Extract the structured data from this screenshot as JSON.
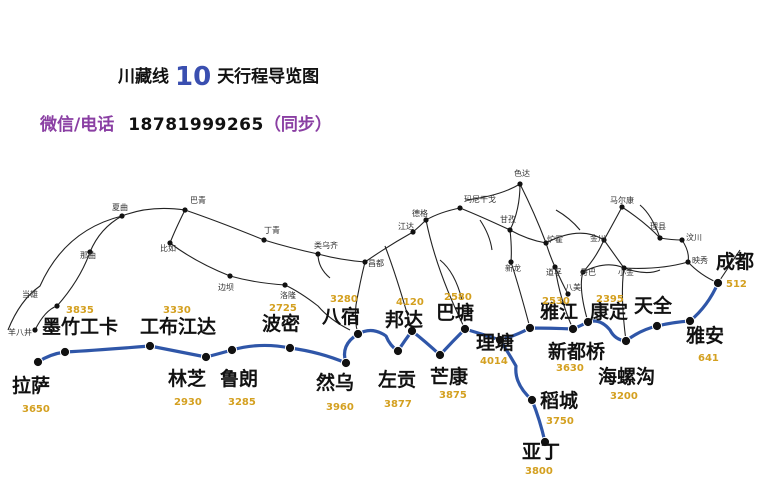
{
  "header": {
    "title_prefix": "川藏线",
    "title_number": "10",
    "title_suffix": "天行程导览图",
    "contact_label": "微信/电话",
    "contact_phone": "18781999265",
    "contact_note": "（同步）"
  },
  "colors": {
    "route": "#2f56a8",
    "road": "#222222",
    "altitude": "#d4a020",
    "title_accent": "#3a4fb0",
    "contact_accent": "#8a3fa3"
  },
  "major_stops": [
    {
      "name": "拉萨",
      "altitude": "3650"
    },
    {
      "name": "墨竹工卡",
      "altitude": "3835"
    },
    {
      "name": "工布江达",
      "altitude": "3330"
    },
    {
      "name": "林芝",
      "altitude": "2930"
    },
    {
      "name": "鲁朗",
      "altitude": "3285"
    },
    {
      "name": "波密",
      "altitude": "2725"
    },
    {
      "name": "然乌",
      "altitude": "3960"
    },
    {
      "name": "八宿",
      "altitude": "3280"
    },
    {
      "name": "左贡",
      "altitude": "3877"
    },
    {
      "name": "邦达",
      "altitude": "4120"
    },
    {
      "name": "芒康",
      "altitude": "3875"
    },
    {
      "name": "巴塘",
      "altitude": "2580"
    },
    {
      "name": "理塘",
      "altitude": "4014"
    },
    {
      "name": "稻城",
      "altitude": "3750"
    },
    {
      "name": "亚丁",
      "altitude": "3800"
    },
    {
      "name": "雅江",
      "altitude": "2530"
    },
    {
      "name": "新都桥",
      "altitude": "3630"
    },
    {
      "name": "康定",
      "altitude": "2395"
    },
    {
      "name": "海螺沟",
      "altitude": "3200"
    },
    {
      "name": "天全",
      "altitude": ""
    },
    {
      "name": "雅安",
      "altitude": "641"
    },
    {
      "name": "成都",
      "altitude": "512"
    }
  ],
  "minor_places": [
    "当雄",
    "羊八井",
    "那曲",
    "夏曲",
    "巴青",
    "丁青",
    "比如",
    "边坝",
    "洛隆",
    "类乌齐",
    "昌都",
    "江达",
    "德格",
    "玛尼干戈",
    "甘孜",
    "色达",
    "炉霍",
    "道孚",
    "新龙",
    "八美",
    "丹巴",
    "金川",
    "马尔康",
    "小金",
    "理县",
    "汶川",
    "映秀"
  ]
}
